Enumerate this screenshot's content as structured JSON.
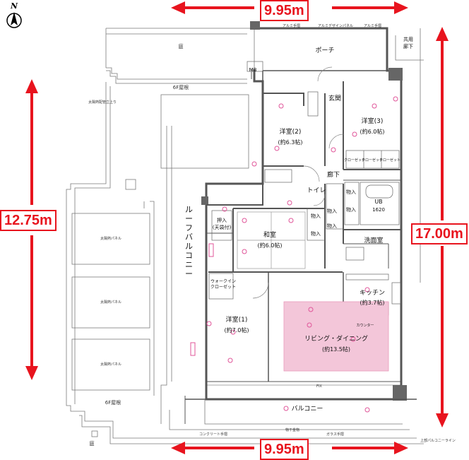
{
  "compass": {
    "label": "N"
  },
  "dimensions": {
    "top_width": "9.95m",
    "bottom_width": "9.95m",
    "left_height": "12.75m",
    "right_height": "17.00m"
  },
  "rooms": {
    "porch": "ポーチ",
    "entrance": "玄関",
    "western2_name": "洋室(2)",
    "western2_size": "(約6.3帖)",
    "western3_name": "洋室(3)",
    "western3_size": "(約6.0帖)",
    "corridor": "廊下",
    "toilet": "トイレ",
    "ub": "UB",
    "ub_size": "1620",
    "washroom": "洗面室",
    "japanese_name": "和室",
    "japanese_size": "(約6.0帖)",
    "western1_name": "洋室(1)",
    "western1_size": "(約7.0帖)",
    "kitchen_name": "キッチン",
    "kitchen_size": "(約3.7帖)",
    "living_name": "リビング・ダイニング",
    "living_size": "(約13.5帖)",
    "balcony": "バルコニー",
    "roof_balcony": "ルーフバルコニー",
    "walk_in_closet": "ウォークイン\nクローゼット",
    "oshiire": "押入\n(天袋付)",
    "mb": "MB",
    "shared_corridor": "共用\n廊下",
    "storage": "物入",
    "closet": "クローゼット",
    "counter": "カウンター"
  },
  "exterior": {
    "garden_top": "庭",
    "garden_bottom": "庭",
    "roof_6f_upper": "6F屋根",
    "roof_6f_lower": "6F屋根",
    "solar_panel": "太陽熱パネル",
    "solar_path": "太陽熱配管立上り",
    "aluminum_rail": "アルミ手摺",
    "aluminum_design_panel": "アルミデザインパネル",
    "concrete_rail": "コンクリート手摺",
    "glass_rail": "ガラス手摺",
    "storage_room": "物干金物",
    "upper_floor_line": "上部パルコニーライン",
    "fix": "FIX"
  }
}
